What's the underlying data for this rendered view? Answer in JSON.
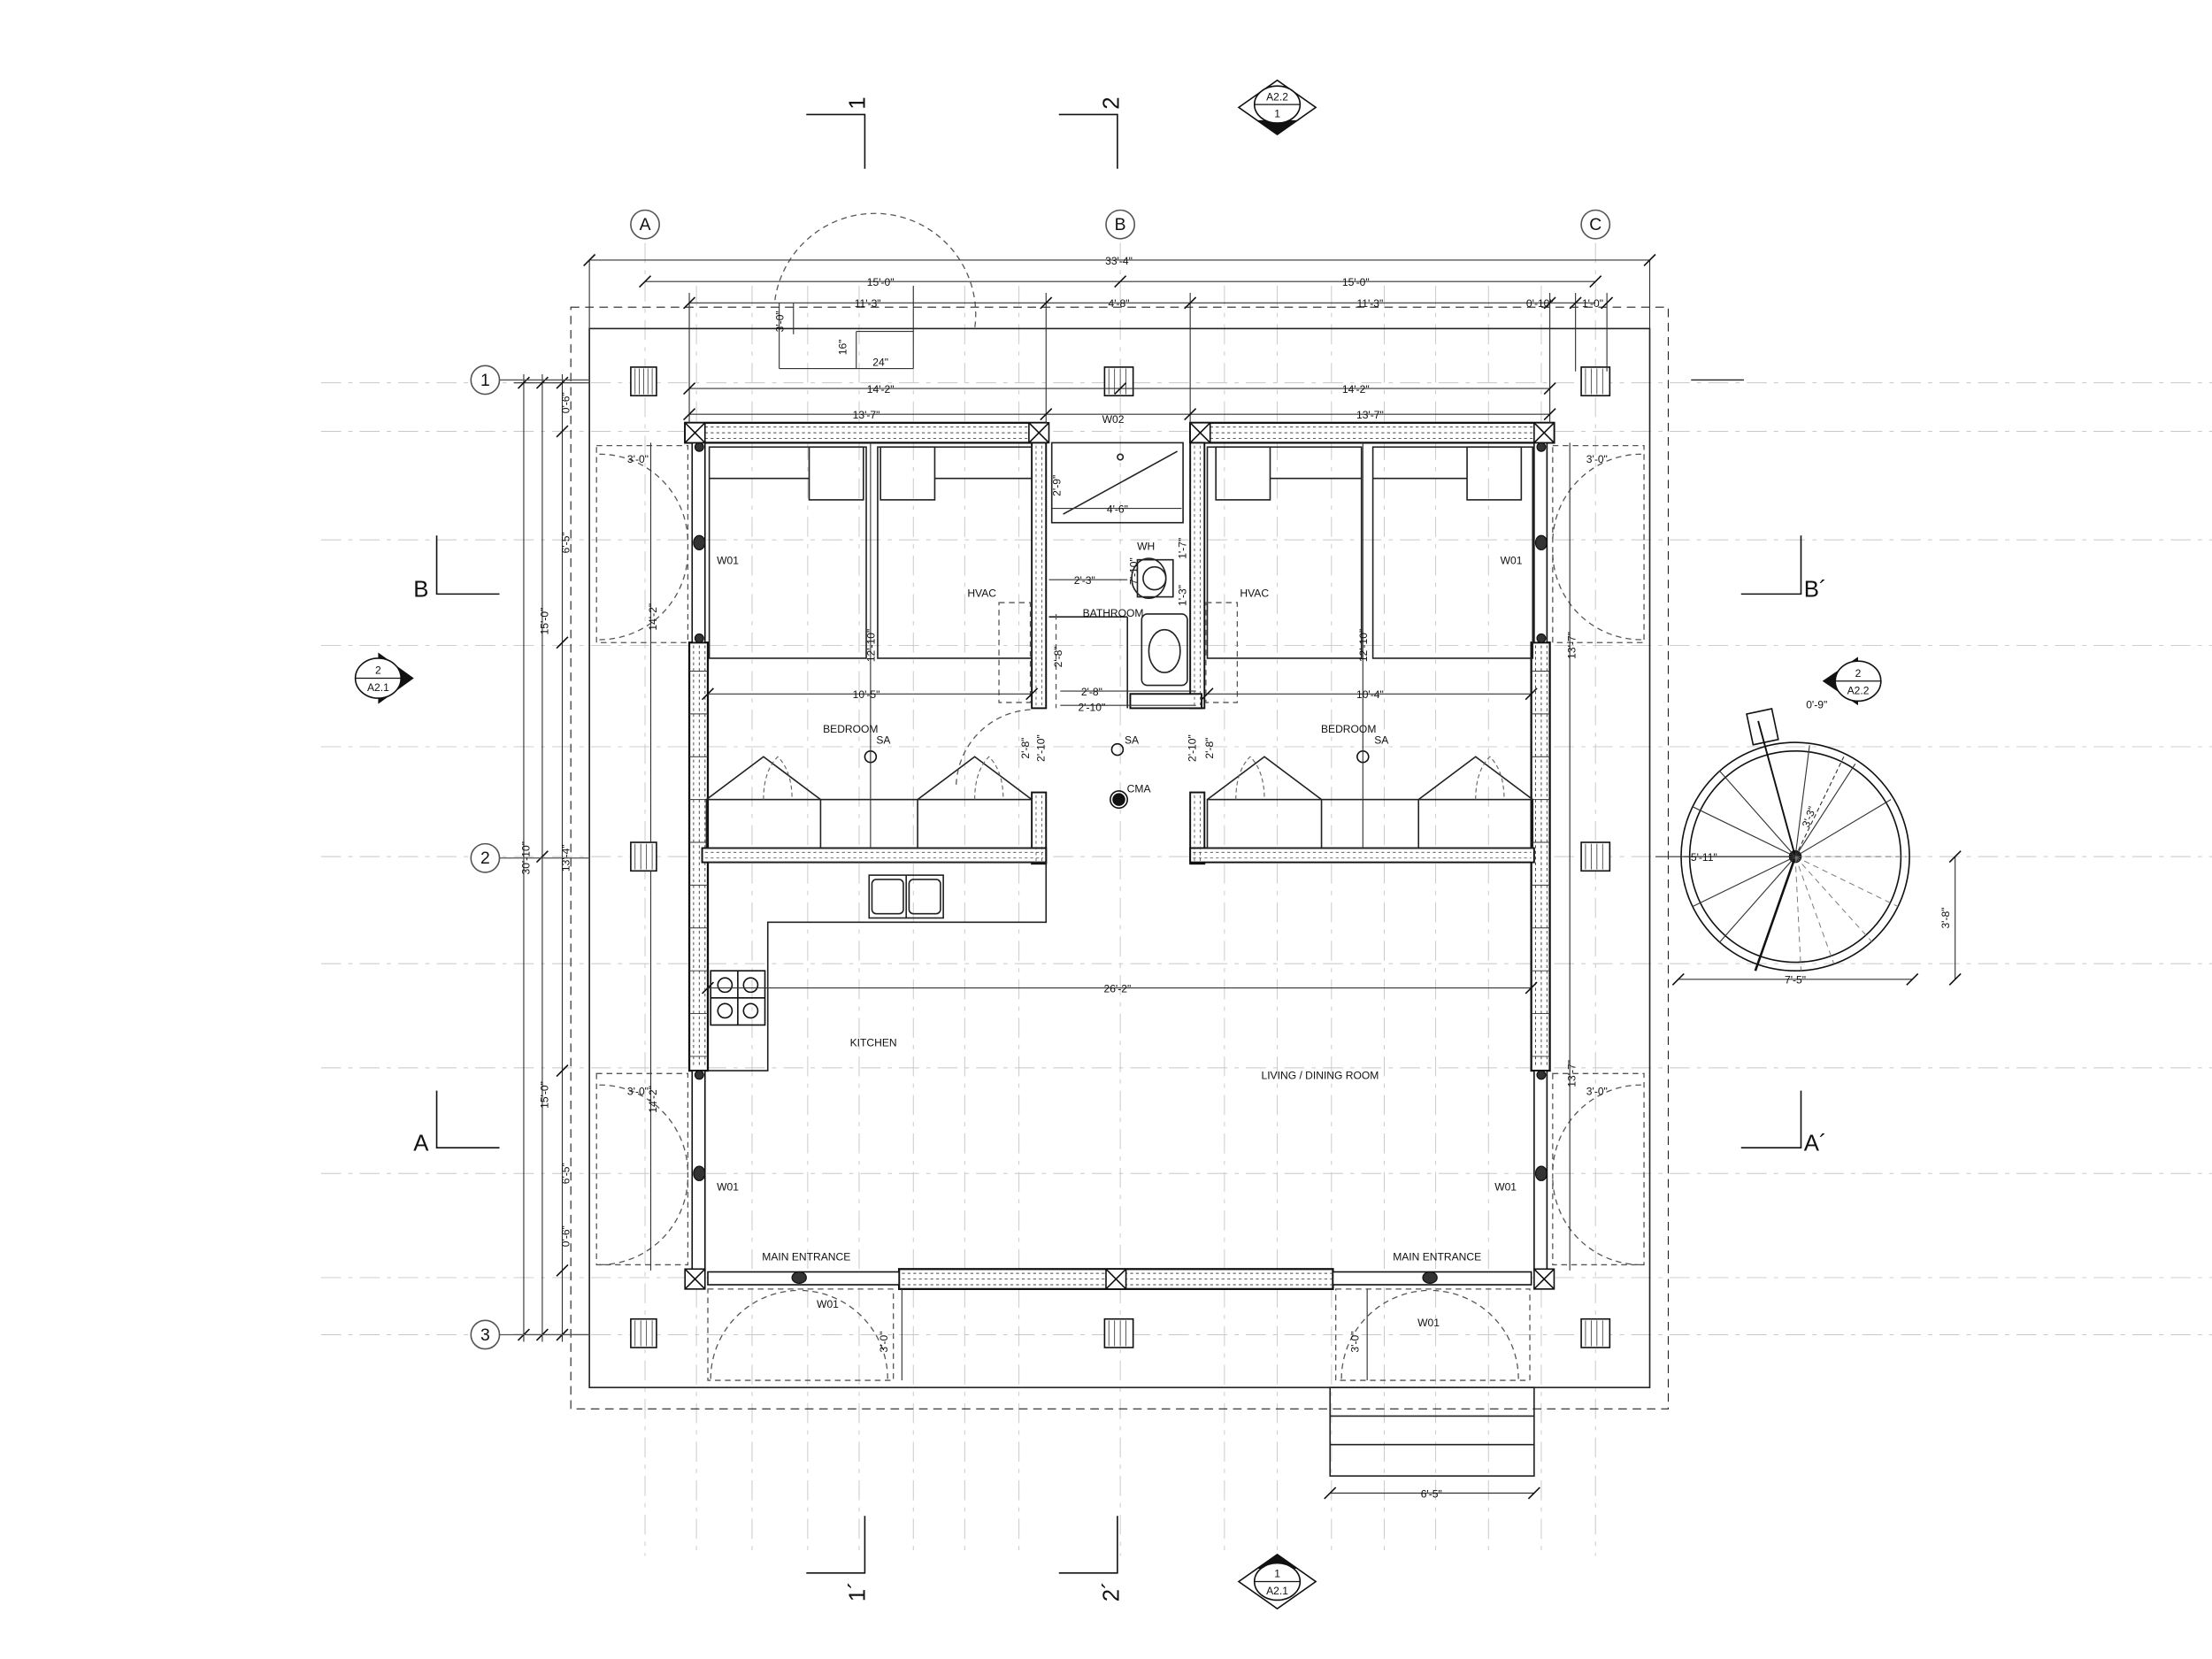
{
  "grid": {
    "columns": [
      "A",
      "B",
      "C"
    ],
    "rows": [
      "1",
      "2",
      "3"
    ]
  },
  "section_markers": {
    "top_1": "1",
    "top_2": "2",
    "bottom_1": "1´",
    "bottom_2": "2´",
    "left_b": "B",
    "left_a": "A",
    "right_b": "B´",
    "right_a": "A´"
  },
  "elevation_tags": {
    "top": {
      "num": "1",
      "sheet": "A2.2"
    },
    "left": {
      "num": "2",
      "sheet": "A2.1"
    },
    "right": {
      "num": "2",
      "sheet": "A2.2"
    },
    "bottom": {
      "num": "1",
      "sheet": "A2.1"
    }
  },
  "rooms": {
    "bedroom_left": "BEDROOM",
    "bedroom_right": "BEDROOM",
    "bathroom": "BATHROOM",
    "kitchen": "KITCHEN",
    "living": "LIVING / DINING ROOM",
    "entrance_left": "MAIN ENTRANCE",
    "entrance_right": "MAIN ENTRANCE",
    "hvac_left": "HVAC",
    "hvac_right": "HVAC",
    "sa_left": "SA",
    "sa_center": "SA",
    "sa_right": "SA",
    "cma": "CMA",
    "wh": "WH"
  },
  "windows": {
    "w01_left_top": "W01",
    "w01_right_top": "W01",
    "w01_left_bottom": "W01",
    "w01_right_bottom": "W01",
    "w01_bottom_left": "W01",
    "w01_bottom_right": "W01",
    "w02": "W02"
  },
  "dimensions": {
    "overall_width": "33'-4\"",
    "half_left": "15'-0\"",
    "half_right": "15'-0\"",
    "seg_11_3_left": "11'-3\"",
    "seg_4_8": "4'-8\"",
    "seg_11_3_right": "11'-3\"",
    "seg_0_10": "0'-10\"",
    "seg_1_0": "1'-0\"",
    "post_14_2_left": "14'-2\"",
    "post_14_2_right": "14'-2\"",
    "wall_13_7_left": "13'-7\"",
    "wall_13_7_right": "13'-7\"",
    "overhang_3_0": "3'-0\"",
    "detail_16": "16\"",
    "detail_24": "24\"",
    "left_0_6_top": "0'-6\"",
    "left_6_5_top": "6'-5\"",
    "left_15_0_top": "15'-0\"",
    "left_30_10": "30'-10\"",
    "left_13_4": "13'-4\"",
    "left_15_0_bottom": "15'-0\"",
    "left_6_5_bottom": "6'-5\"",
    "left_0_6_bottom": "0'-6\"",
    "left_14_2_top": "14'-2\"",
    "left_14_2_bottom": "14'-2\"",
    "door_3_0_lt": "3'-0\"",
    "door_3_0_lb": "3'-0\"",
    "door_3_0_rt": "3'-0\"",
    "door_3_0_rb": "3'-0\"",
    "door_3_0_bl": "3'-0\"",
    "door_3_0_br": "3'-0\"",
    "right_13_7_top": "13'-7\"",
    "right_13_7_bottom": "13'-7\"",
    "bed_12_10_left": "12'-10\"",
    "bed_12_10_right": "12'-10\"",
    "bed_10_5": "10'-5\"",
    "bed_10_4": "10'-4\"",
    "bath_2_9": "2'-9\"",
    "bath_4_6": "4'-6\"",
    "bath_1_7": "1'-7\"",
    "bath_7_10": "7'-10\"",
    "bath_2_3": "2'-3\"",
    "bath_1_3": "1'-3\"",
    "bath_2_8_v": "2'-8\"",
    "bath_2_8_h": "2'-8\"",
    "bath_2_10_h": "2'-10\"",
    "hall_2_8_l": "2'-8\"",
    "hall_2_10_l": "2'-10\"",
    "hall_2_10_r": "2'-10\"",
    "hall_2_8_r": "2'-8\"",
    "living_26_2": "26'-2\"",
    "stair_0_9": "0'-9\"",
    "stair_3_3": "3'-3\"",
    "stair_5_11": "5'-11\"",
    "stair_3_8": "3'-8\"",
    "stair_7_5": "7'-5\"",
    "steps_6_5": "6'-5\""
  }
}
